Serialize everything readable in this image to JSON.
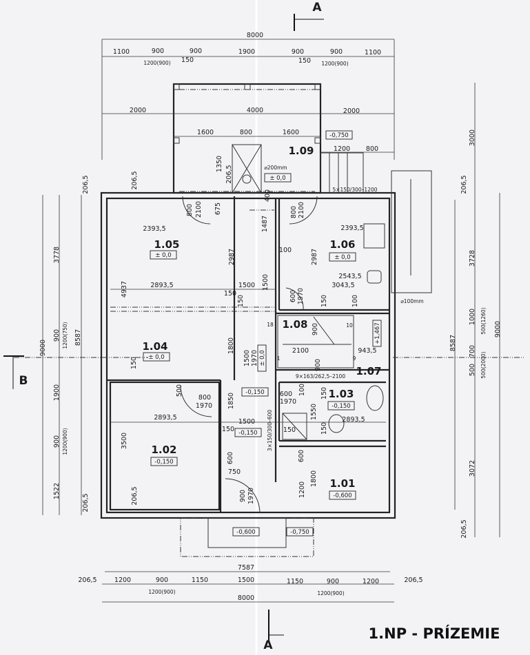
{
  "title": "1.NP - PRÍZEMIE",
  "section_markers": [
    "A",
    "A",
    "B"
  ],
  "rooms": [
    {
      "id": "1.09",
      "level": "± 0,0"
    },
    {
      "id": "1.05",
      "level": "± 0,0"
    },
    {
      "id": "1.06",
      "level": "± 0,0"
    },
    {
      "id": "1.04",
      "level": "± 0,0"
    },
    {
      "id": "1.08",
      "level": ""
    },
    {
      "id": "1.07",
      "level": ""
    },
    {
      "id": "1.03",
      "level": "-0,150"
    },
    {
      "id": "1.02",
      "level": "-0,150"
    },
    {
      "id": "1.01",
      "level": "-0,600"
    }
  ],
  "level_marks": [
    "-0,750",
    "-0,150",
    "-0,150",
    "± 0,0",
    "+1,467",
    "-0,600",
    "-0,750"
  ],
  "annotations": [
    "⌀200mm",
    "5×150/300–1200",
    "⌀100mm",
    "9×163/262,5–2100",
    "3×150/300–600"
  ],
  "dimensions": [
    "8000",
    "1100",
    "900",
    "900",
    "1900",
    "900",
    "900",
    "1100",
    "1200(900)",
    "150",
    "150",
    "1200(900)",
    "2000",
    "4000",
    "2000",
    "1600",
    "800",
    "1600",
    "1200",
    "800",
    "1350",
    "206,5",
    "400",
    "206,5",
    "206,5",
    "800",
    "2100",
    "675",
    "1487",
    "800",
    "2100",
    "2393,5",
    "2393,5",
    "2987",
    "100",
    "2987",
    "1500",
    "2543,5",
    "3043,5",
    "4937",
    "2893,5",
    "1500",
    "150",
    "150",
    "600",
    "1970",
    "150",
    "100",
    "18",
    "10",
    "900",
    "2100",
    "943,5",
    "1",
    "9",
    "900",
    "1800",
    "1500",
    "1970",
    "150",
    "500",
    "800",
    "1970",
    "1850",
    "600",
    "1970",
    "100",
    "1550",
    "150",
    "2893,5",
    "1500",
    "2893,5",
    "150",
    "150",
    "150",
    "3500",
    "600",
    "600",
    "750",
    "1200",
    "1800",
    "206,5",
    "900",
    "1970",
    "9000",
    "3778",
    "900",
    "1200(750)",
    "8587",
    "1900",
    "900",
    "1200(900)",
    "1522",
    "206,5",
    "3000",
    "206,5",
    "3728",
    "8587",
    "1000",
    "500(1260)",
    "700",
    "500",
    "500(2000)",
    "9000",
    "3072",
    "206,5",
    "7587",
    "206,5",
    "1200",
    "900",
    "1150",
    "1500",
    "1150",
    "900",
    "1200",
    "206,5",
    "1200(900)",
    "1200(900)",
    "8000"
  ]
}
